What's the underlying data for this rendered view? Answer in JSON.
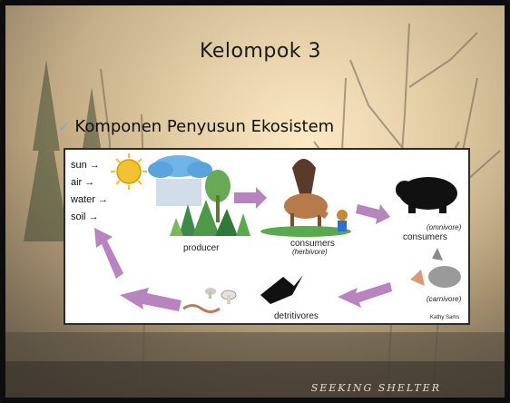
{
  "slide": {
    "title": "Kelompok 3",
    "bullet_icon": "check-icon",
    "bullet_text": "Komponen Penyusun Ekosistem",
    "watermark": "SEEKING SHELTER"
  },
  "diagram": {
    "inputs": [
      "sun →",
      "air →",
      "water →",
      "soil →"
    ],
    "labels": {
      "producer": "producer",
      "consumers_herbivore": "consumers",
      "herbivore": "(herbivore)",
      "omnivore": "(omnivore)",
      "consumers_omnivore": "consumers",
      "carnivore": "(carnivore)",
      "detritivores": "detritivores",
      "credit": "Kathy Sams"
    },
    "colors": {
      "arrow": "#b784c0",
      "sun": "#f2c233",
      "cloud": "#6fb4e6",
      "plant": "#4f9a4a"
    }
  }
}
